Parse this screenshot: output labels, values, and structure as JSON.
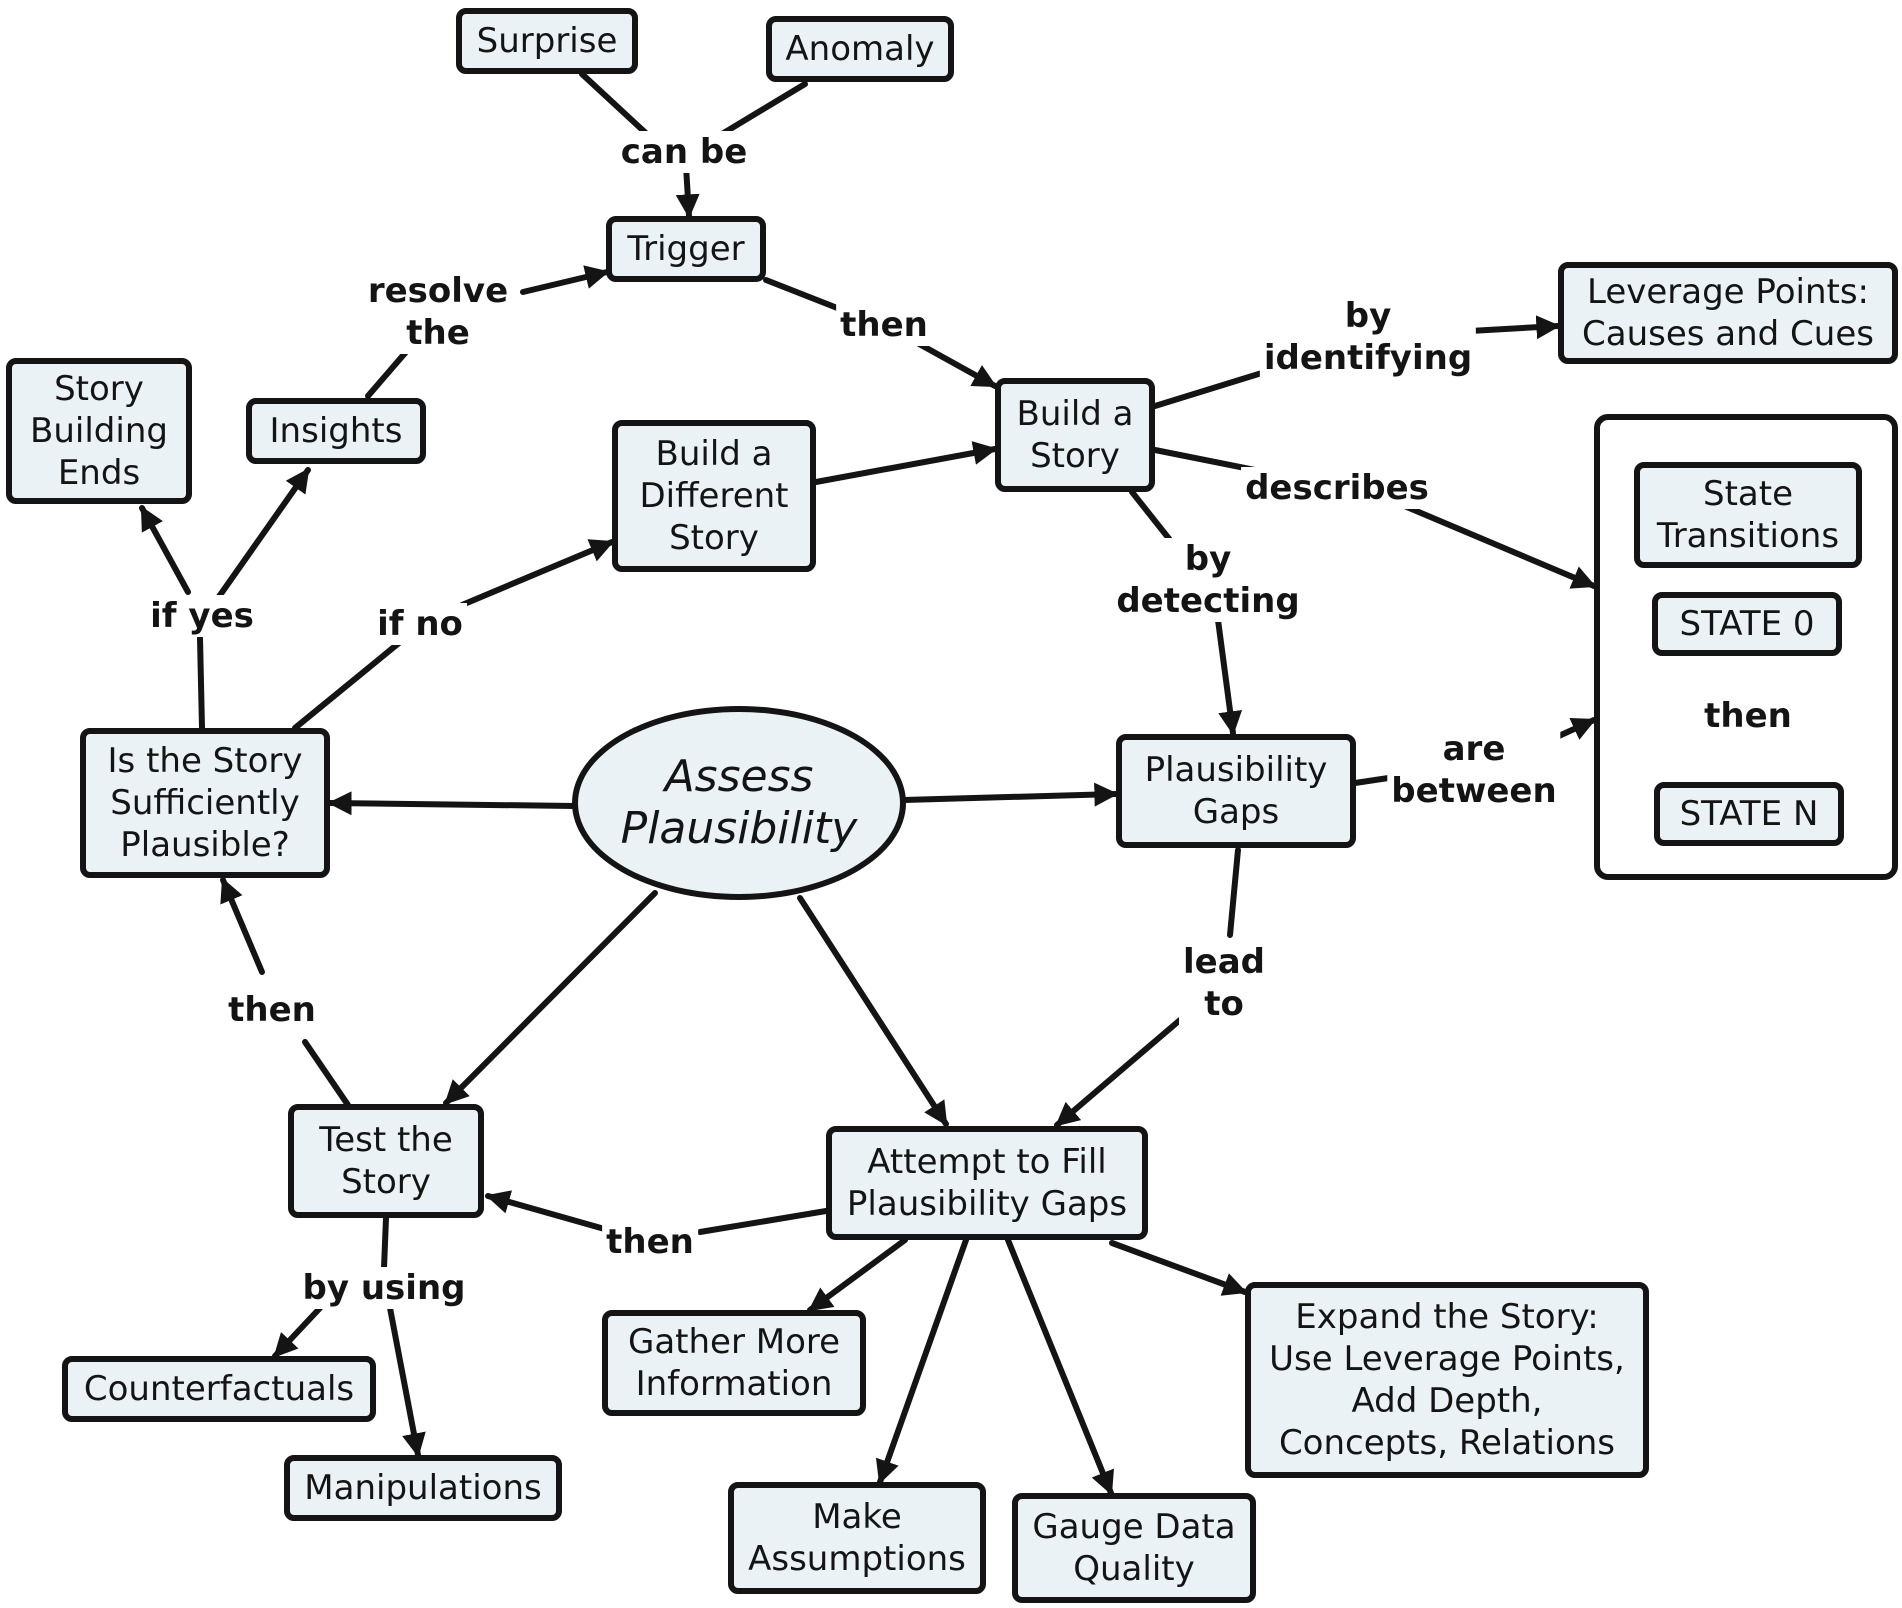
{
  "nodes": {
    "surprise": "Surprise",
    "anomaly": "Anomaly",
    "trigger": "Trigger",
    "leverage": "Leverage Points:\nCauses and Cues",
    "build_story": "Build a\nStory",
    "build_different": "Build a\nDifferent\nStory",
    "insights": "Insights",
    "story_building_ends": "Story\nBuilding\nEnds",
    "state_transitions": "State\nTransitions",
    "state_0": "STATE 0",
    "state_n": "STATE N",
    "is_plausible": "Is the Story\nSufficiently\nPlausible?",
    "assess": "Assess\nPlausibility",
    "plaus_gaps": "Plausibility\nGaps",
    "test_story": "Test the\nStory",
    "attempt_fill": "Attempt to Fill\nPlausibility Gaps",
    "counterfactuals": "Counterfactuals",
    "manipulations": "Manipulations",
    "gather_info": "Gather More\nInformation",
    "make_assumptions": "Make\nAssumptions",
    "gauge_quality": "Gauge Data\nQuality",
    "expand_story": "Expand the Story:\nUse Leverage Points,\nAdd Depth,\nConcepts, Relations"
  },
  "links": {
    "can_be": "can be",
    "then_trigger": "then",
    "by_identifying": "by\nidentifying",
    "describes": "describes",
    "resolve_the": "resolve\nthe",
    "by_detecting": "by\ndetecting",
    "are_between": "are\nbetween",
    "then_states": "then",
    "if_yes": "if yes",
    "if_no": "if no",
    "lead_to": "lead\nto",
    "then_test": "then",
    "then_attempt": "then",
    "by_using": "by using"
  },
  "colors": {
    "node_fill": "#eaf2f6",
    "stroke": "#141414",
    "background": "#ffffff"
  }
}
